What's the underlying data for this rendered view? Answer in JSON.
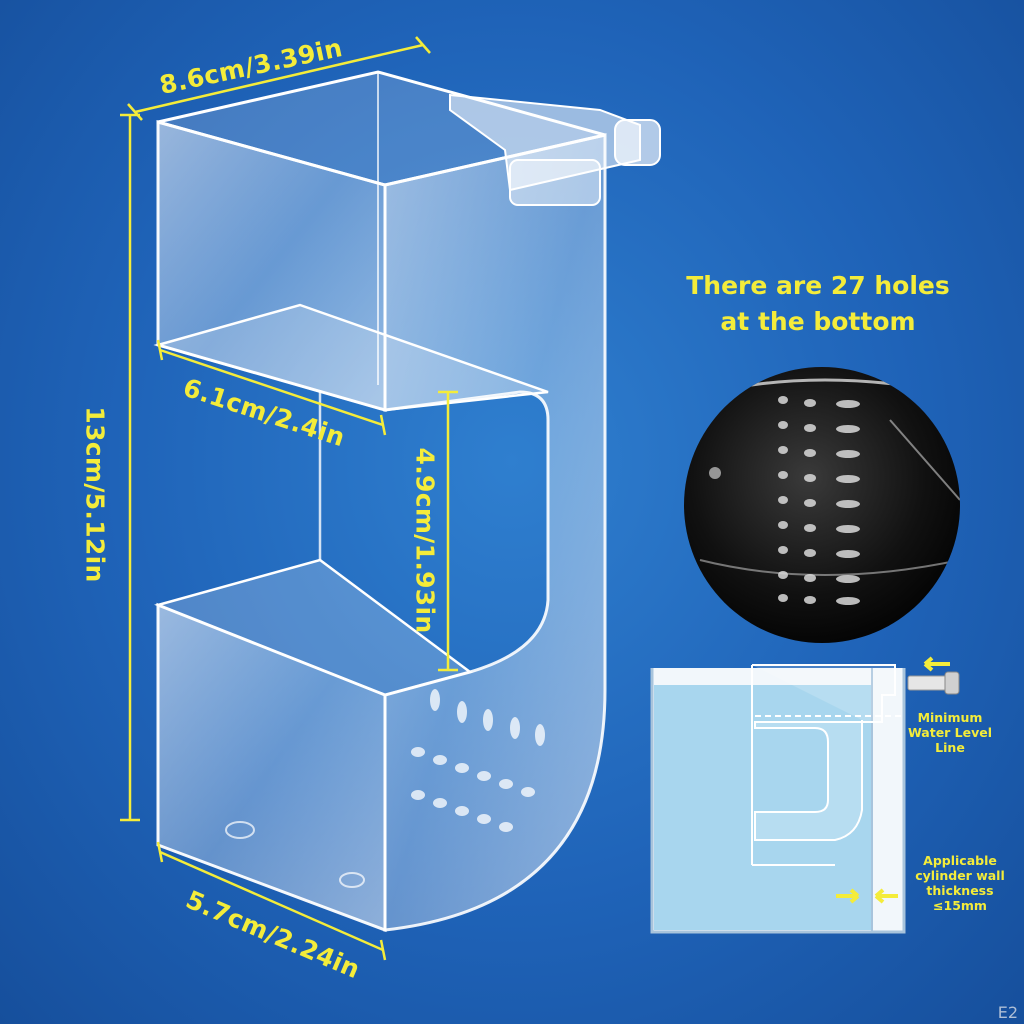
{
  "dimensions": {
    "top_width": "8.6cm/3.39in",
    "height": "13cm/5.12in",
    "inner_width": "6.1cm/2.4in",
    "opening_height": "4.9cm/1.93in",
    "bottom_width": "5.7cm/2.24in"
  },
  "headline": {
    "line1": "There are 27 holes",
    "line2": "at the bottom"
  },
  "callouts": {
    "water_level": "Minimum Water Level Line",
    "wall_thickness": "Applicable cylinder wall thickness ≤15mm"
  },
  "watermark": "E2",
  "colors": {
    "background": "#1f63b8",
    "accent": "#f4ec3a",
    "water": "#a8d6ee"
  }
}
